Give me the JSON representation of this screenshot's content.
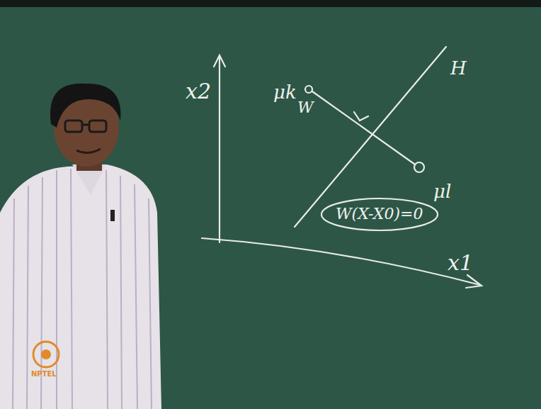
{
  "diagram": {
    "nodes": [
      {
        "text": [
          "W(X-X0)=0"
        ]
      }
    ],
    "labels": [
      "x2",
      "μk",
      "W",
      "H",
      "μl",
      "x1",
      "NPTEL"
    ]
  }
}
